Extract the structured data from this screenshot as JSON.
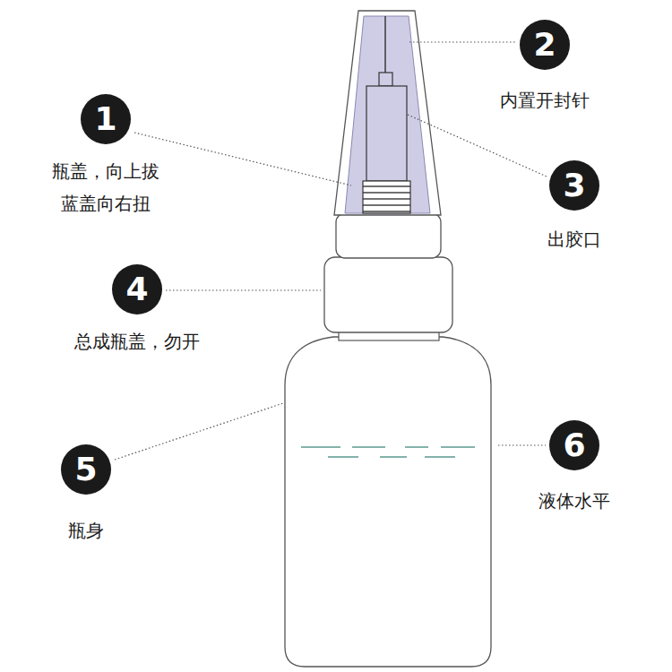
{
  "diagram": {
    "nodes": [
      {
        "text": [
          "1",
          "瓶盖，向上拔 蓝盖向右扭"
        ]
      },
      {
        "text": [
          "2",
          "内置开封针"
        ]
      },
      {
        "text": [
          "3",
          "出胶口"
        ]
      },
      {
        "text": [
          "4",
          "总成瓶盖，勿开"
        ]
      },
      {
        "text": [
          "5",
          "瓶身"
        ]
      },
      {
        "text": [
          "6",
          "液体水平"
        ]
      }
    ]
  }
}
